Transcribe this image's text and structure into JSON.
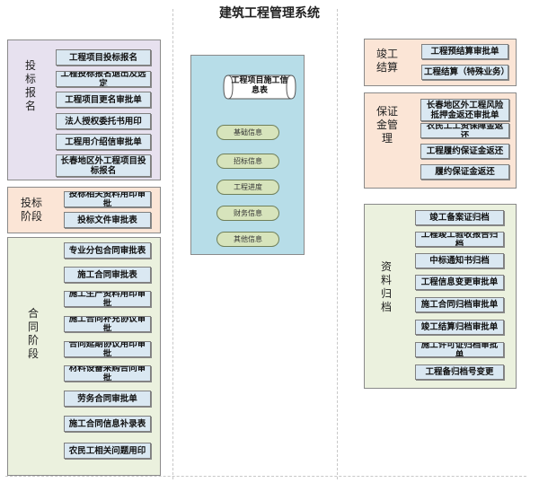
{
  "title": "建筑工程管理系统",
  "left": {
    "bidding_apply": {
      "label": "投标报名",
      "items": [
        "工程项目投标报名",
        "工程投标报名退出及选定",
        "工程项目更名审批单",
        "法人授权委托书用印",
        "工程用介绍信审批单",
        "长春地区外工程项目投标报名"
      ]
    },
    "bidding_stage": {
      "label": "投标阶段",
      "items": [
        "投标相关资料用印审批",
        "投标文件审批表"
      ]
    },
    "contract_stage": {
      "label": "合同阶段",
      "items": [
        "专业分包合同审批表",
        "施工合同审批表",
        "施工生产资料用印审批",
        "施工合同补充协议审批",
        "合同延期协议用印审批",
        "材料设备采购合同审批",
        "劳务合同审批单",
        "施工合同信息补录表",
        "农民工相关问题用印"
      ]
    }
  },
  "center": {
    "header": "工程项目施工信息表",
    "items": [
      "基础信息",
      "招标信息",
      "工程进度",
      "财务信息",
      "其他信息"
    ]
  },
  "right": {
    "completion": {
      "label": "竣工结算",
      "items": [
        "工程预结算审批单",
        "工程结算（特殊业务）"
      ]
    },
    "guarantee": {
      "label": "保证金管理",
      "items": [
        "长春地区外工程风险抵押金返还审批单",
        "农民工工资保障金返还",
        "工程履约保证金返还",
        "履约保证金返还"
      ]
    },
    "archive": {
      "label": "资料归档",
      "items": [
        "竣工备案证归档",
        "工程竣工验收报告归档",
        "中标通知书归档",
        "工程信息变更审批单",
        "施工合同归档审批单",
        "竣工结算归档审批单",
        "施工许可证归档审批单",
        "工程备归档号变更"
      ]
    }
  }
}
